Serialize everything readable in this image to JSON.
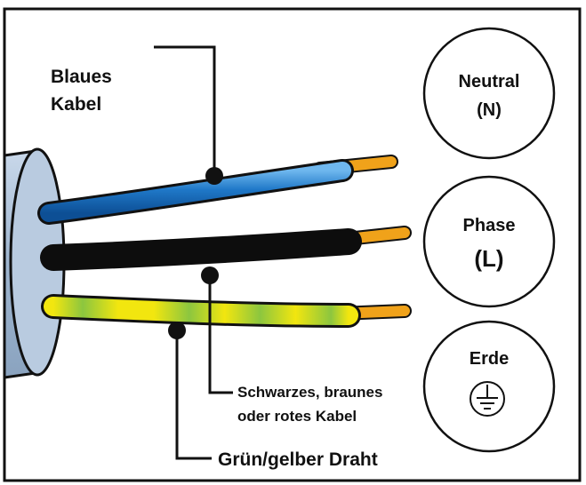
{
  "labels": {
    "blue_line1": "Blaues",
    "blue_line2": "Kabel",
    "black_line1": "Schwarzes, braunes",
    "black_line2": "oder rotes Kabel",
    "green": "Grün/gelber Draht"
  },
  "circles": {
    "neutral_line1": "Neutral",
    "neutral_line2": "(N)",
    "phase_line1": "Phase",
    "phase_line2": "(L)",
    "earth": "Erde"
  },
  "icons": {
    "earth_symbol": "ground-symbol-icon"
  },
  "colors": {
    "blue_wire": "#1f78c8",
    "black_wire": "#0d0d0d",
    "green_wire": "#8cc63f",
    "yellow_wire": "#f2e60f",
    "copper_tip": "#f0a21a",
    "cable_sheath": "#a9bed6"
  }
}
